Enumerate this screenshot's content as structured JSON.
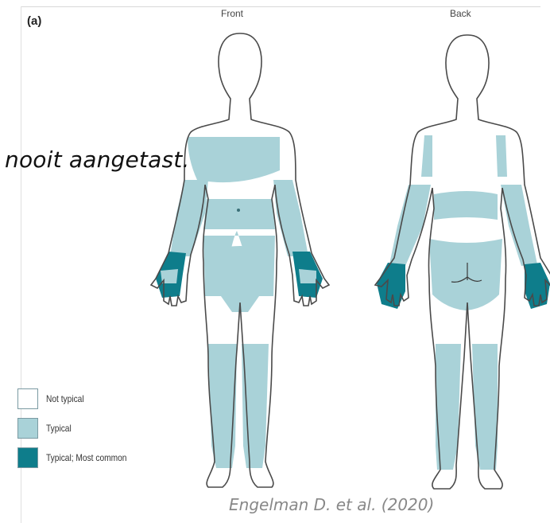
{
  "figure": {
    "panel_label": "(a)",
    "front_label": "Front",
    "back_label": "Back"
  },
  "caption": "nooit aangetast.",
  "legend": {
    "items": [
      {
        "label": "Not typical",
        "color": "#ffffff"
      },
      {
        "label": "Typical",
        "color": "#a9d2d8"
      },
      {
        "label": "Typical; Most common",
        "color": "#0e7d8b"
      }
    ]
  },
  "credit": "Engelman D. et al. (2020)",
  "colors": {
    "outline": "#4a4a4a",
    "typical": "#a9d2d8",
    "most_common": "#0e7d8b",
    "not_typical": "#ffffff"
  }
}
